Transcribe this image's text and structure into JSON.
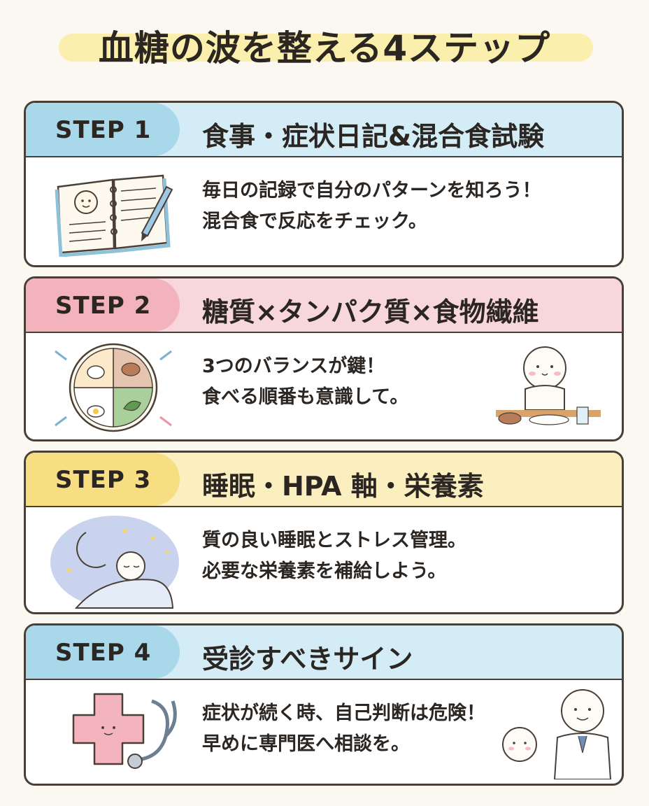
{
  "title": "血糖の波を整える4ステップ",
  "steps": [
    {
      "label": "STEP 1",
      "heading": "食事・症状日記&混合食試験",
      "lines": [
        "毎日の記録で自分のパターンを知ろう！",
        "混合食で反応をチェック。"
      ],
      "head_color": "#d4ecf5",
      "pill_color": "#a9d8ea",
      "icon": "diary-notebook-icon"
    },
    {
      "label": "STEP 2",
      "heading": "糖質×タンパク質×食物繊維",
      "lines": [
        "3つのバランスが鍵！",
        "食べる順番も意識して。"
      ],
      "head_color": "#f7d7dc",
      "pill_color": "#f2b3bd",
      "icon": "balanced-plate-icon"
    },
    {
      "label": "STEP 3",
      "heading": "睡眠・HPA 軸・栄養素",
      "lines": [
        "質の良い睡眠とストレス管理。",
        "必要な栄養素を補給しよう。"
      ],
      "head_color": "#fbefbf",
      "pill_color": "#f7de83",
      "icon": "sleeping-moon-icon"
    },
    {
      "label": "STEP 4",
      "heading": "受診すべきサイン",
      "lines": [
        "症状が続く時、自己判断は危険！",
        "早めに専門医へ相談を。"
      ],
      "head_color": "#d4ecf5",
      "pill_color": "#a9d8ea",
      "icon": "medical-cross-stethoscope-icon"
    }
  ]
}
